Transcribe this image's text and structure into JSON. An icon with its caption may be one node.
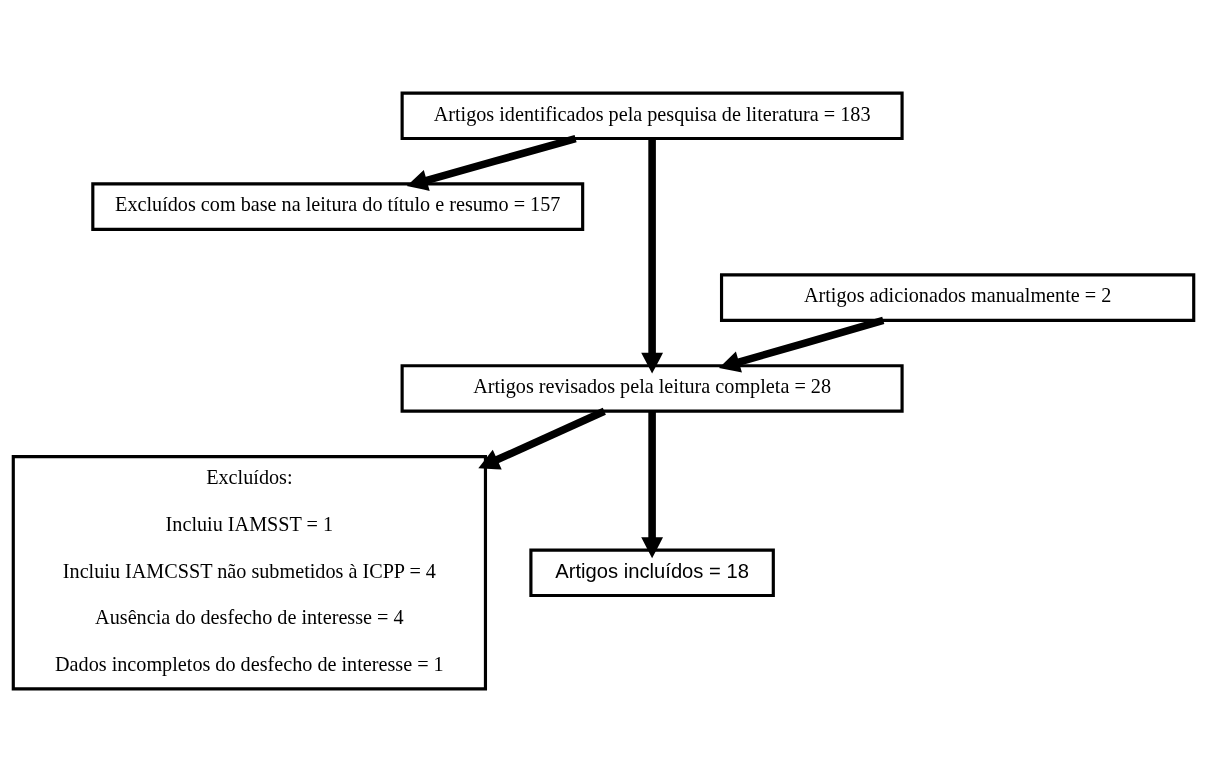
{
  "diagram": {
    "nodes": [
      {
        "text": [
          "Artigos identificados pela pesquisa de literatura = 183"
        ]
      },
      {
        "text": [
          "Excluídos com base na leitura do título e resumo = 157"
        ]
      },
      {
        "text": [
          "Artigos adicionados manualmente = 2"
        ]
      },
      {
        "text": [
          "Artigos revisados pela leitura completa = 28"
        ]
      },
      {
        "text": [
          "Excluídos:",
          "Incluiu IAMSST = 1",
          "Incluiu IAMCSST não submetidos à ICPP = 4",
          "Ausência do desfecho de interesse = 4",
          "Dados incompletos do desfecho de interesse = 1"
        ]
      },
      {
        "text": [
          "Artigos incluídos = 18"
        ]
      }
    ],
    "edges": [
      {
        "from": 0,
        "to": 1,
        "arrow": "to"
      },
      {
        "from": 2,
        "to": 3,
        "arrow": "to"
      },
      {
        "from": 0,
        "to": 3,
        "arrow": "to"
      },
      {
        "from": 3,
        "to": 4,
        "arrow": "to"
      },
      {
        "from": 3,
        "to": 5,
        "arrow": "to"
      }
    ]
  }
}
